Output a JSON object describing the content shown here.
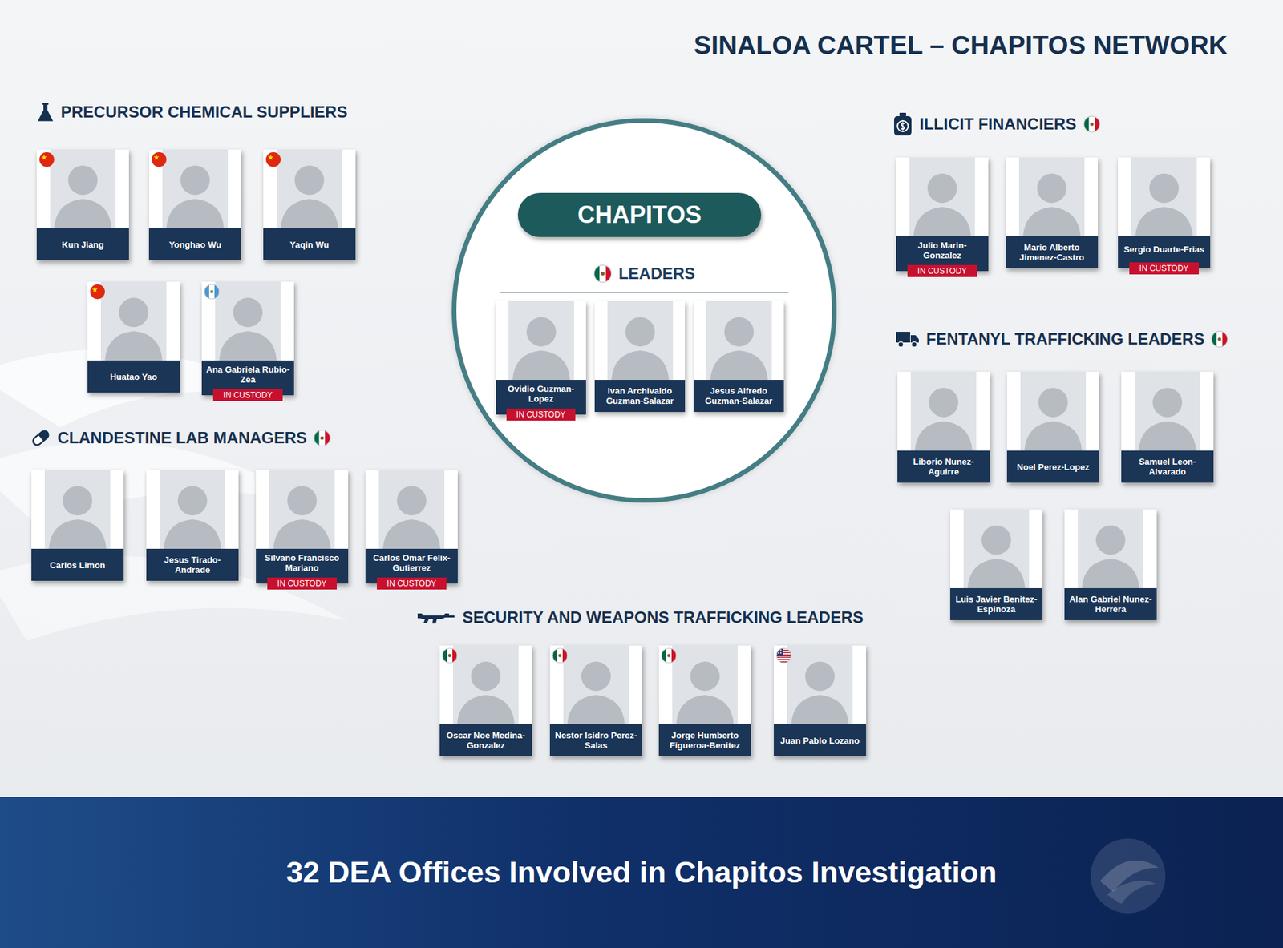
{
  "diagram": {
    "title": "SINALOA CARTEL – CHAPITOS NETWORK",
    "nodes": [
      {
        "text": [
          "Kun Jiang"
        ]
      },
      {
        "text": [
          "Yonghao Wu"
        ]
      },
      {
        "text": [
          "Yaqin Wu"
        ]
      },
      {
        "text": [
          "Huatao Yao"
        ]
      },
      {
        "text": [
          "Ana Gabriela Rubio-Zea",
          "IN CUSTODY"
        ]
      },
      {
        "text": [
          "LEADERS"
        ]
      },
      {
        "text": [
          "CHAPITOS"
        ],
        "in": 5
      },
      {
        "text": [
          "Ovidio Guzman-Lopez",
          "IN CUSTODY"
        ],
        "in": 5
      },
      {
        "text": [
          "Ivan Archivaldo Guzman-Salazar"
        ],
        "in": 5
      },
      {
        "text": [
          "Jesus Alfredo Guzman-Salazar"
        ],
        "in": 5
      },
      {
        "text": [
          "Julio Marin-Gonzalez",
          "IN CUSTODY"
        ]
      },
      {
        "text": [
          "Mario Alberto Jimenez-Castro"
        ]
      },
      {
        "text": [
          "Sergio Duarte-Frias",
          "IN CUSTODY"
        ]
      },
      {
        "text": [
          "Carlos Limon"
        ]
      },
      {
        "text": [
          "Jesus Tirado-Andrade"
        ]
      },
      {
        "text": [
          "Silvano Francisco Mariano",
          "IN CUSTODY"
        ]
      },
      {
        "text": [
          "Carlos Omar Felix-Gutierrez",
          "IN CUSTODY"
        ]
      },
      {
        "text": [
          "Liborio Nunez-Aguirre"
        ]
      },
      {
        "text": [
          "Noel Perez-Lopez"
        ]
      },
      {
        "text": [
          "Samuel Leon-Alvarado"
        ]
      },
      {
        "text": [
          "Luis Javier Benitez-Espinoza"
        ]
      },
      {
        "text": [
          "Alan Gabriel Nunez-Herrera"
        ]
      },
      {
        "text": [
          "Oscar Noe Medina-Gonzalez"
        ]
      },
      {
        "text": [
          "Nestor Isidro Perez-Salas"
        ]
      },
      {
        "text": [
          "Jorge Humberto Figueroa-Benitez"
        ]
      },
      {
        "text": [
          "Juan Pablo Lozano"
        ]
      },
      {
        "text": [
          "32 DEA Offices Involved in Chapitos Investigation"
        ]
      }
    ],
    "labels": [
      "PRECURSOR CHEMICAL SUPPLIERS",
      "ILLICIT FINANCIERS",
      "CLANDESTINE LAB MANAGERS",
      "FENTANYL TRAFFICKING LEADERS",
      "SECURITY AND WEAPONS TRAFFICKING LEADERS"
    ]
  }
}
